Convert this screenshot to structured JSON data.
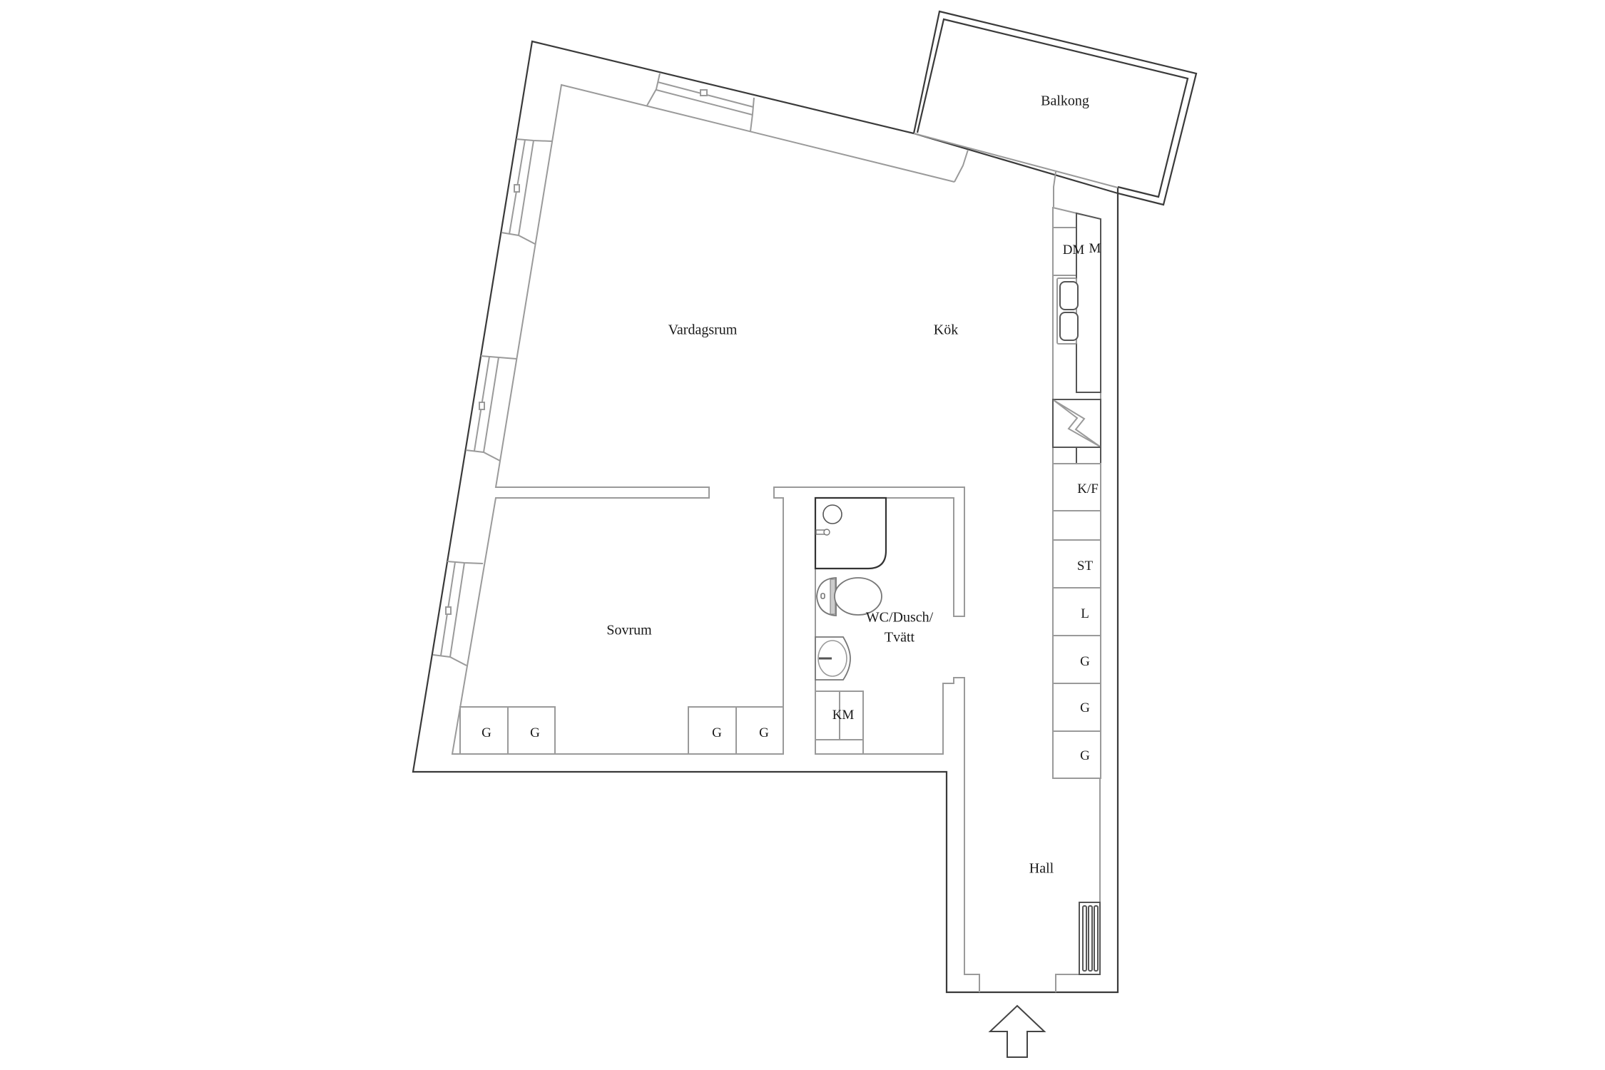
{
  "plan": {
    "type": "apartment-floor-plan",
    "colors": {
      "outer_wall": "#3a3a3a",
      "inner_line": "#9a9a9a",
      "background": "#ffffff",
      "text": "#1a1a1a"
    },
    "rooms": {
      "balcony": "Balkong",
      "living_room": "Vardagsrum",
      "kitchen": "Kök",
      "bedroom": "Sovrum",
      "bathroom_line1": "WC/Dusch/",
      "bathroom_line2": "Tvätt",
      "hall": "Hall"
    },
    "kitchen_fixtures": {
      "dishwasher": "DM",
      "microwave": "M",
      "fridge_freezer": "K/F"
    },
    "bathroom_fixtures": {
      "washing_machine": "KM"
    },
    "hall_storage": [
      "ST",
      "L",
      "G",
      "G",
      "G"
    ],
    "bedroom_wardrobes": [
      "G",
      "G",
      "G",
      "G"
    ],
    "entrance_arrow": "entrance-arrow"
  }
}
